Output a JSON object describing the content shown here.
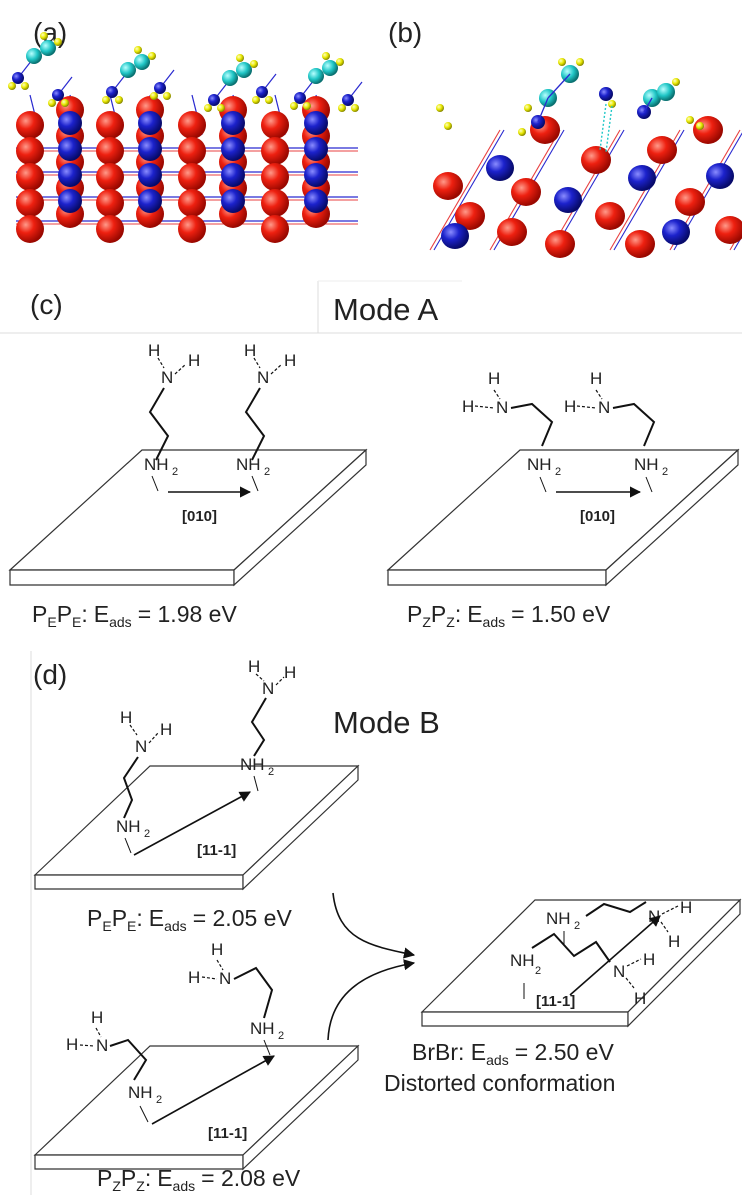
{
  "panels": {
    "a": "(a)",
    "b": "(b)",
    "c": "(c)",
    "d": "(d)"
  },
  "modes": {
    "a": "Mode A",
    "b": "Mode B"
  },
  "chem": {
    "H": "H",
    "N": "N",
    "NH": "NH",
    "sub2": "2"
  },
  "directions": {
    "d010": "[010]",
    "d111": "[11-1]"
  },
  "captions": {
    "pe_main": "P",
    "pe_sub": "E",
    "pz_main": "P",
    "pz_sub": "Z",
    "e_main": "E",
    "e_sub": "ads",
    "colon": ":",
    "modeA_PEPE_value": "= 1.98 eV",
    "modeA_PZPZ_value": "= 1.50 eV",
    "modeB_PEPE_value": "= 2.05 eV",
    "modeB_PZPZ_value": "= 2.08 eV",
    "brbr_label": "BrBr: E",
    "brbr_value": "= 2.50 eV",
    "brbr_note": "Distorted conformation"
  },
  "colors": {
    "oxygen": "#e8140c",
    "metal": "#1a1fc8",
    "carbon": "#22c8c8",
    "hydrogen": "#e6e600",
    "nitrogen": "#1a1fc8"
  }
}
